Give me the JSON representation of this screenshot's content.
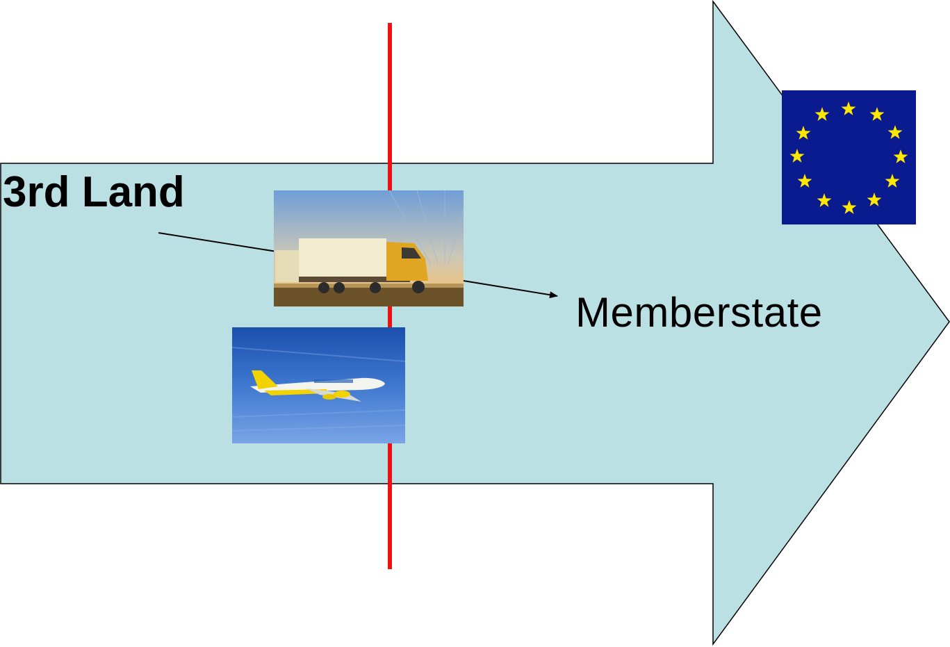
{
  "labels": {
    "origin": "3rd Land",
    "destination": "Memberstate"
  },
  "colors": {
    "arrow_fill": "#bbe0e3",
    "arrow_stroke": "#000000",
    "border_line": "#ee1111",
    "eu_flag_blue": "#0a1a8f",
    "eu_star_yellow": "#ffe800"
  },
  "images": {
    "truck": "truck-photo",
    "plane": "cargo-plane-photo",
    "flag": "eu-flag"
  }
}
